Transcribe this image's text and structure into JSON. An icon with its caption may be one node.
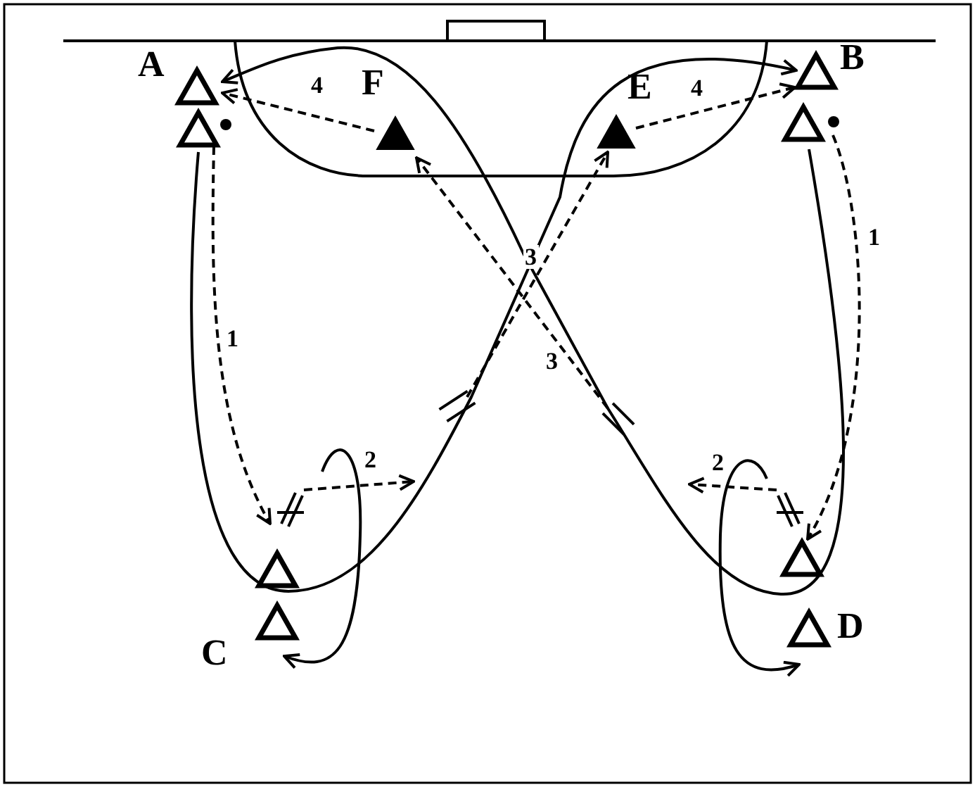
{
  "diagram": {
    "nodes": [
      {
        "text": [],
        "shape": "triangle",
        "beside": [
          "A"
        ]
      },
      {
        "text": [],
        "shape": "triangle"
      },
      {
        "text": [],
        "shape": "triangle",
        "beside": [
          "F"
        ]
      },
      {
        "text": [],
        "shape": "triangle",
        "beside": [
          "E"
        ]
      },
      {
        "text": [],
        "shape": "triangle",
        "beside": [
          "B"
        ]
      },
      {
        "text": [],
        "shape": "triangle"
      },
      {
        "text": [],
        "shape": "triangle"
      },
      {
        "text": [],
        "shape": "triangle",
        "beside": [
          "C"
        ]
      },
      {
        "text": [],
        "shape": "triangle"
      },
      {
        "text": [],
        "shape": "triangle",
        "beside": [
          "D"
        ]
      }
    ],
    "edges": [
      {
        "from": 2,
        "to": 0,
        "arrow": "to",
        "style": "dashed",
        "label": "4"
      },
      {
        "from": 3,
        "to": 4,
        "arrow": "to",
        "style": "dashed",
        "label": "4"
      },
      {
        "from": 1,
        "to": 6,
        "arrow": "to",
        "style": "dashed",
        "label": "1"
      },
      {
        "from": 5,
        "to": 8,
        "arrow": "to",
        "style": "dashed",
        "label": "1"
      },
      {
        "from": 6,
        "to": null,
        "arrow": "to",
        "style": "dashed",
        "label": "2"
      },
      {
        "from": 8,
        "to": null,
        "arrow": "to",
        "style": "dashed",
        "label": "2"
      },
      {
        "from": null,
        "to": 3,
        "arrow": "to",
        "style": "dashed",
        "label": "3"
      },
      {
        "from": null,
        "to": 2,
        "arrow": "to",
        "style": "dashed",
        "label": "3"
      },
      {
        "from": 1,
        "to": 4,
        "arrow": "to"
      },
      {
        "from": 5,
        "to": 0,
        "arrow": "to"
      },
      {
        "from": 6,
        "to": 7,
        "arrow": "to"
      },
      {
        "from": 8,
        "to": 9,
        "arrow": "to"
      }
    ]
  }
}
